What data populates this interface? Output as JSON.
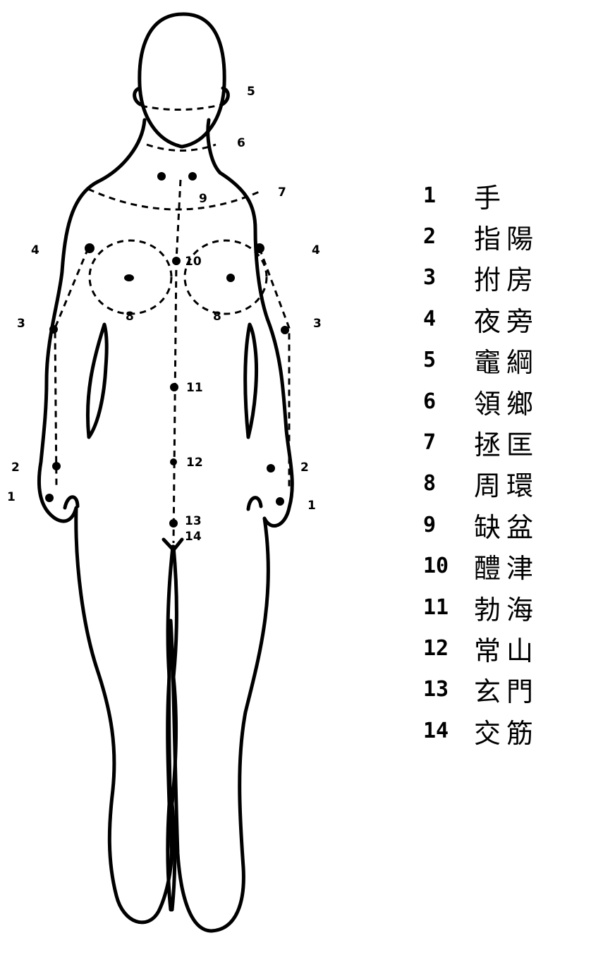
{
  "figure": {
    "labels": {
      "p1": "1",
      "p2": "2",
      "p3": "3",
      "p4": "4",
      "p5": "5",
      "p6": "6",
      "p7": "7",
      "p8": "8",
      "p9": "9",
      "p10": "10",
      "p11": "11",
      "p12": "12",
      "p13": "13",
      "p14": "14"
    }
  },
  "legend": {
    "items": [
      {
        "num": "1",
        "name": "手"
      },
      {
        "num": "2",
        "name": "指陽"
      },
      {
        "num": "3",
        "name": "拊房"
      },
      {
        "num": "4",
        "name": "夜旁"
      },
      {
        "num": "5",
        "name": "竈綱"
      },
      {
        "num": "6",
        "name": "領鄉"
      },
      {
        "num": "7",
        "name": "拯匡"
      },
      {
        "num": "8",
        "name": "周環"
      },
      {
        "num": "9",
        "name": "缺盆"
      },
      {
        "num": "10",
        "name": "醴津"
      },
      {
        "num": "11",
        "name": "勃海"
      },
      {
        "num": "12",
        "name": "常山"
      },
      {
        "num": "13",
        "name": "玄門"
      },
      {
        "num": "14",
        "name": "交筋"
      }
    ]
  }
}
